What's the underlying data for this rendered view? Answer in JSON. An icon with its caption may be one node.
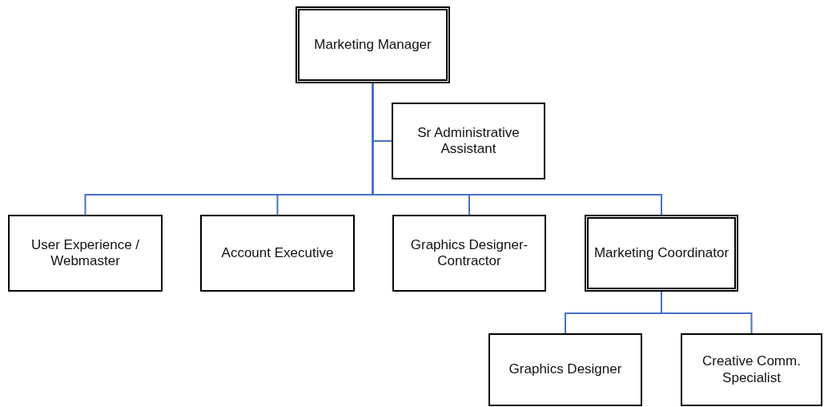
{
  "diagram": {
    "nodes": [
      {
        "text": [
          "Marketing Manager"
        ]
      },
      {
        "text": [
          "Sr Administrative Assistant"
        ]
      },
      {
        "text": [
          "User Experience / Webmaster"
        ]
      },
      {
        "text": [
          "Account Executive"
        ]
      },
      {
        "text": [
          "Graphics Designer-Contractor"
        ]
      },
      {
        "text": [
          "Marketing Coordinator"
        ]
      },
      {
        "text": [
          "Graphics Designer"
        ]
      },
      {
        "text": [
          "Creative Comm. Specialist"
        ]
      }
    ],
    "edges": [
      {
        "from": 0,
        "to": 1,
        "arrow": "none"
      },
      {
        "from": 0,
        "to": 2,
        "arrow": "none"
      },
      {
        "from": 0,
        "to": 3,
        "arrow": "none"
      },
      {
        "from": 0,
        "to": 4,
        "arrow": "none"
      },
      {
        "from": 0,
        "to": 5,
        "arrow": "none"
      },
      {
        "from": 5,
        "to": 6,
        "arrow": "none"
      },
      {
        "from": 5,
        "to": 7,
        "arrow": "none"
      }
    ]
  }
}
